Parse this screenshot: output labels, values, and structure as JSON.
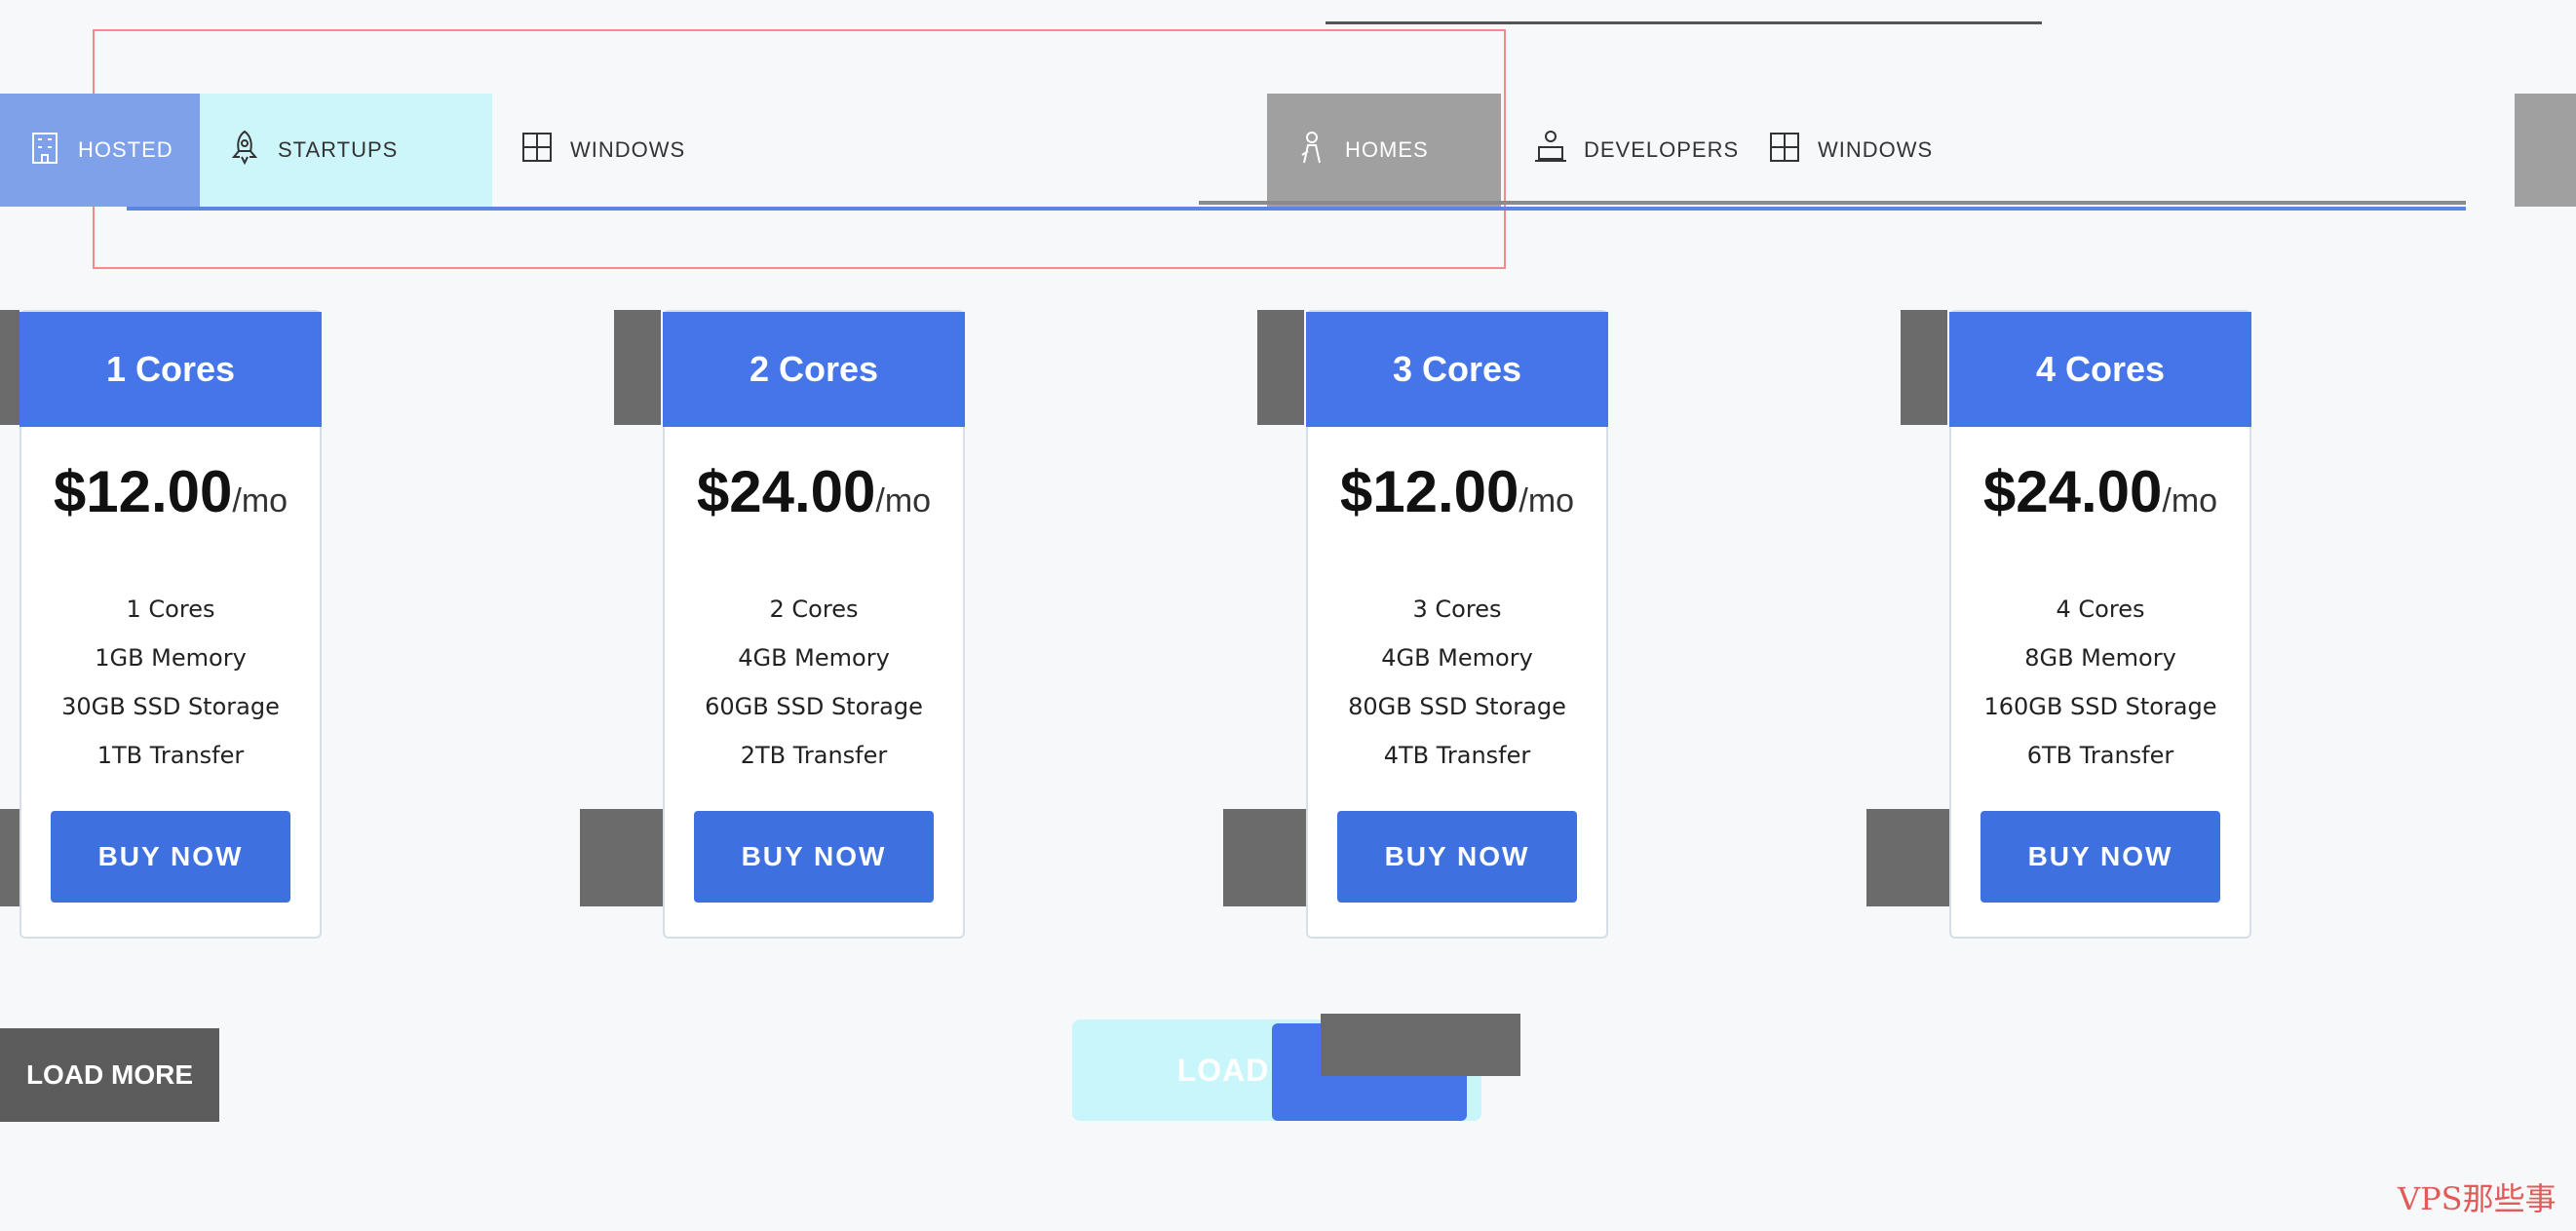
{
  "tabs": [
    {
      "label": "HOSTED",
      "icon": "building-icon"
    },
    {
      "label": "STARTUPS",
      "icon": "rocket-icon"
    },
    {
      "label": "WINDOWS",
      "icon": "window-icon"
    },
    {
      "label": "HOMES",
      "icon": "person-icon"
    },
    {
      "label": "DEVELOPERS",
      "icon": "person-laptop-icon"
    },
    {
      "label": "WINDOWS",
      "icon": "window-icon"
    }
  ],
  "plans": [
    {
      "cores": "1 Cores",
      "price": "$12.00",
      "unit": "/mo",
      "features": [
        "1 Cores",
        "1GB Memory",
        "30GB SSD Storage",
        "1TB Transfer"
      ],
      "button": "BUY NOW"
    },
    {
      "cores": "2 Cores",
      "price": "$24.00",
      "unit": "/mo",
      "features": [
        "2 Cores",
        "4GB Memory",
        "60GB SSD Storage",
        "2TB Transfer"
      ],
      "button": "BUY NOW"
    },
    {
      "cores": "3 Cores",
      "price": "$12.00",
      "unit": "/mo",
      "features": [
        "3 Cores",
        "4GB Memory",
        "80GB SSD Storage",
        "4TB Transfer"
      ],
      "button": "BUY NOW"
    },
    {
      "cores": "4 Cores",
      "price": "$24.00",
      "unit": "/mo",
      "features": [
        "4 Cores",
        "8GB Memory",
        "160GB SSD Storage",
        "6TB Transfer"
      ],
      "button": "BUY NOW"
    }
  ],
  "load_more": "LOAD MORE",
  "watermark": "VPS那些事",
  "colors": {
    "primary": "#4575e8",
    "tab_active": "#cdf6fb",
    "background": "#f6f8fa"
  }
}
